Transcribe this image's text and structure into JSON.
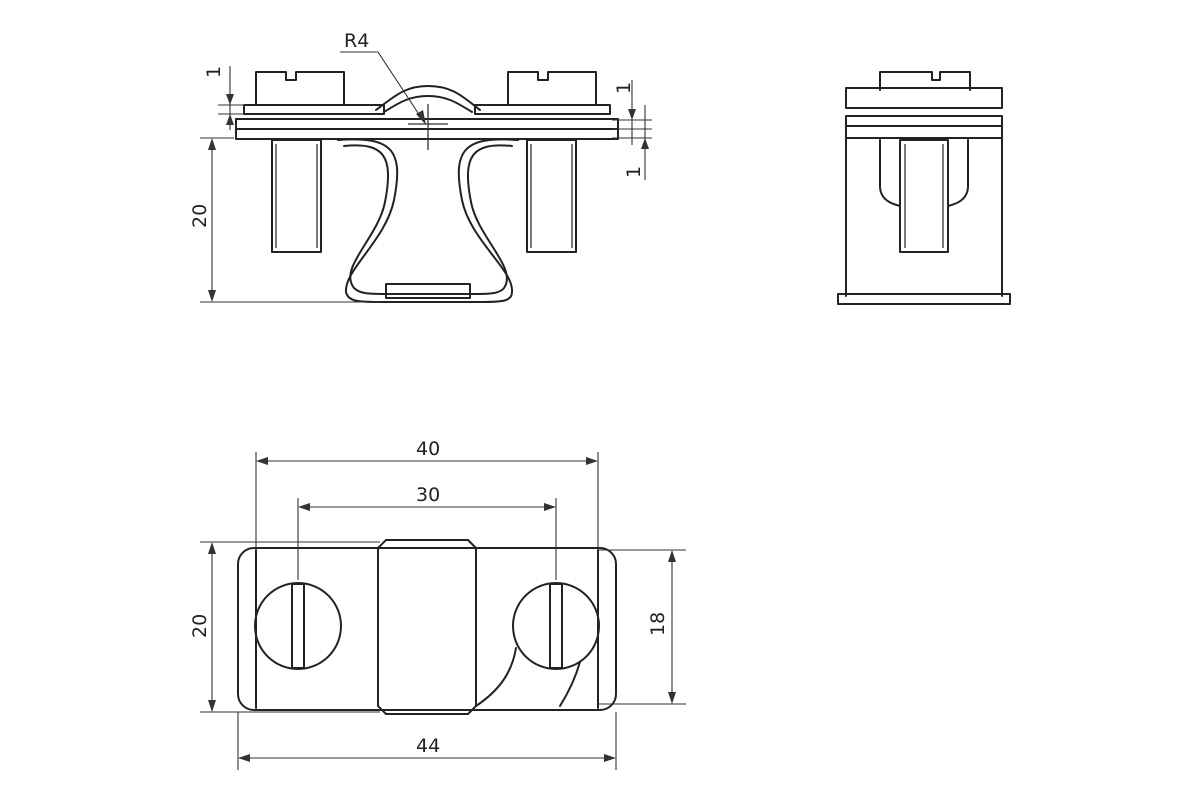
{
  "dimensions": {
    "radius_label": "R4",
    "front_gap_top": "1",
    "side_gap_top": "1",
    "side_gap_bottom": "1",
    "front_height": "20",
    "top_width_outer": "40",
    "top_hole_spacing": "30",
    "top_height": "20",
    "top_inner_height": "18",
    "top_total_width": "44"
  },
  "colors": {
    "line": "#222222",
    "background": "#ffffff"
  }
}
